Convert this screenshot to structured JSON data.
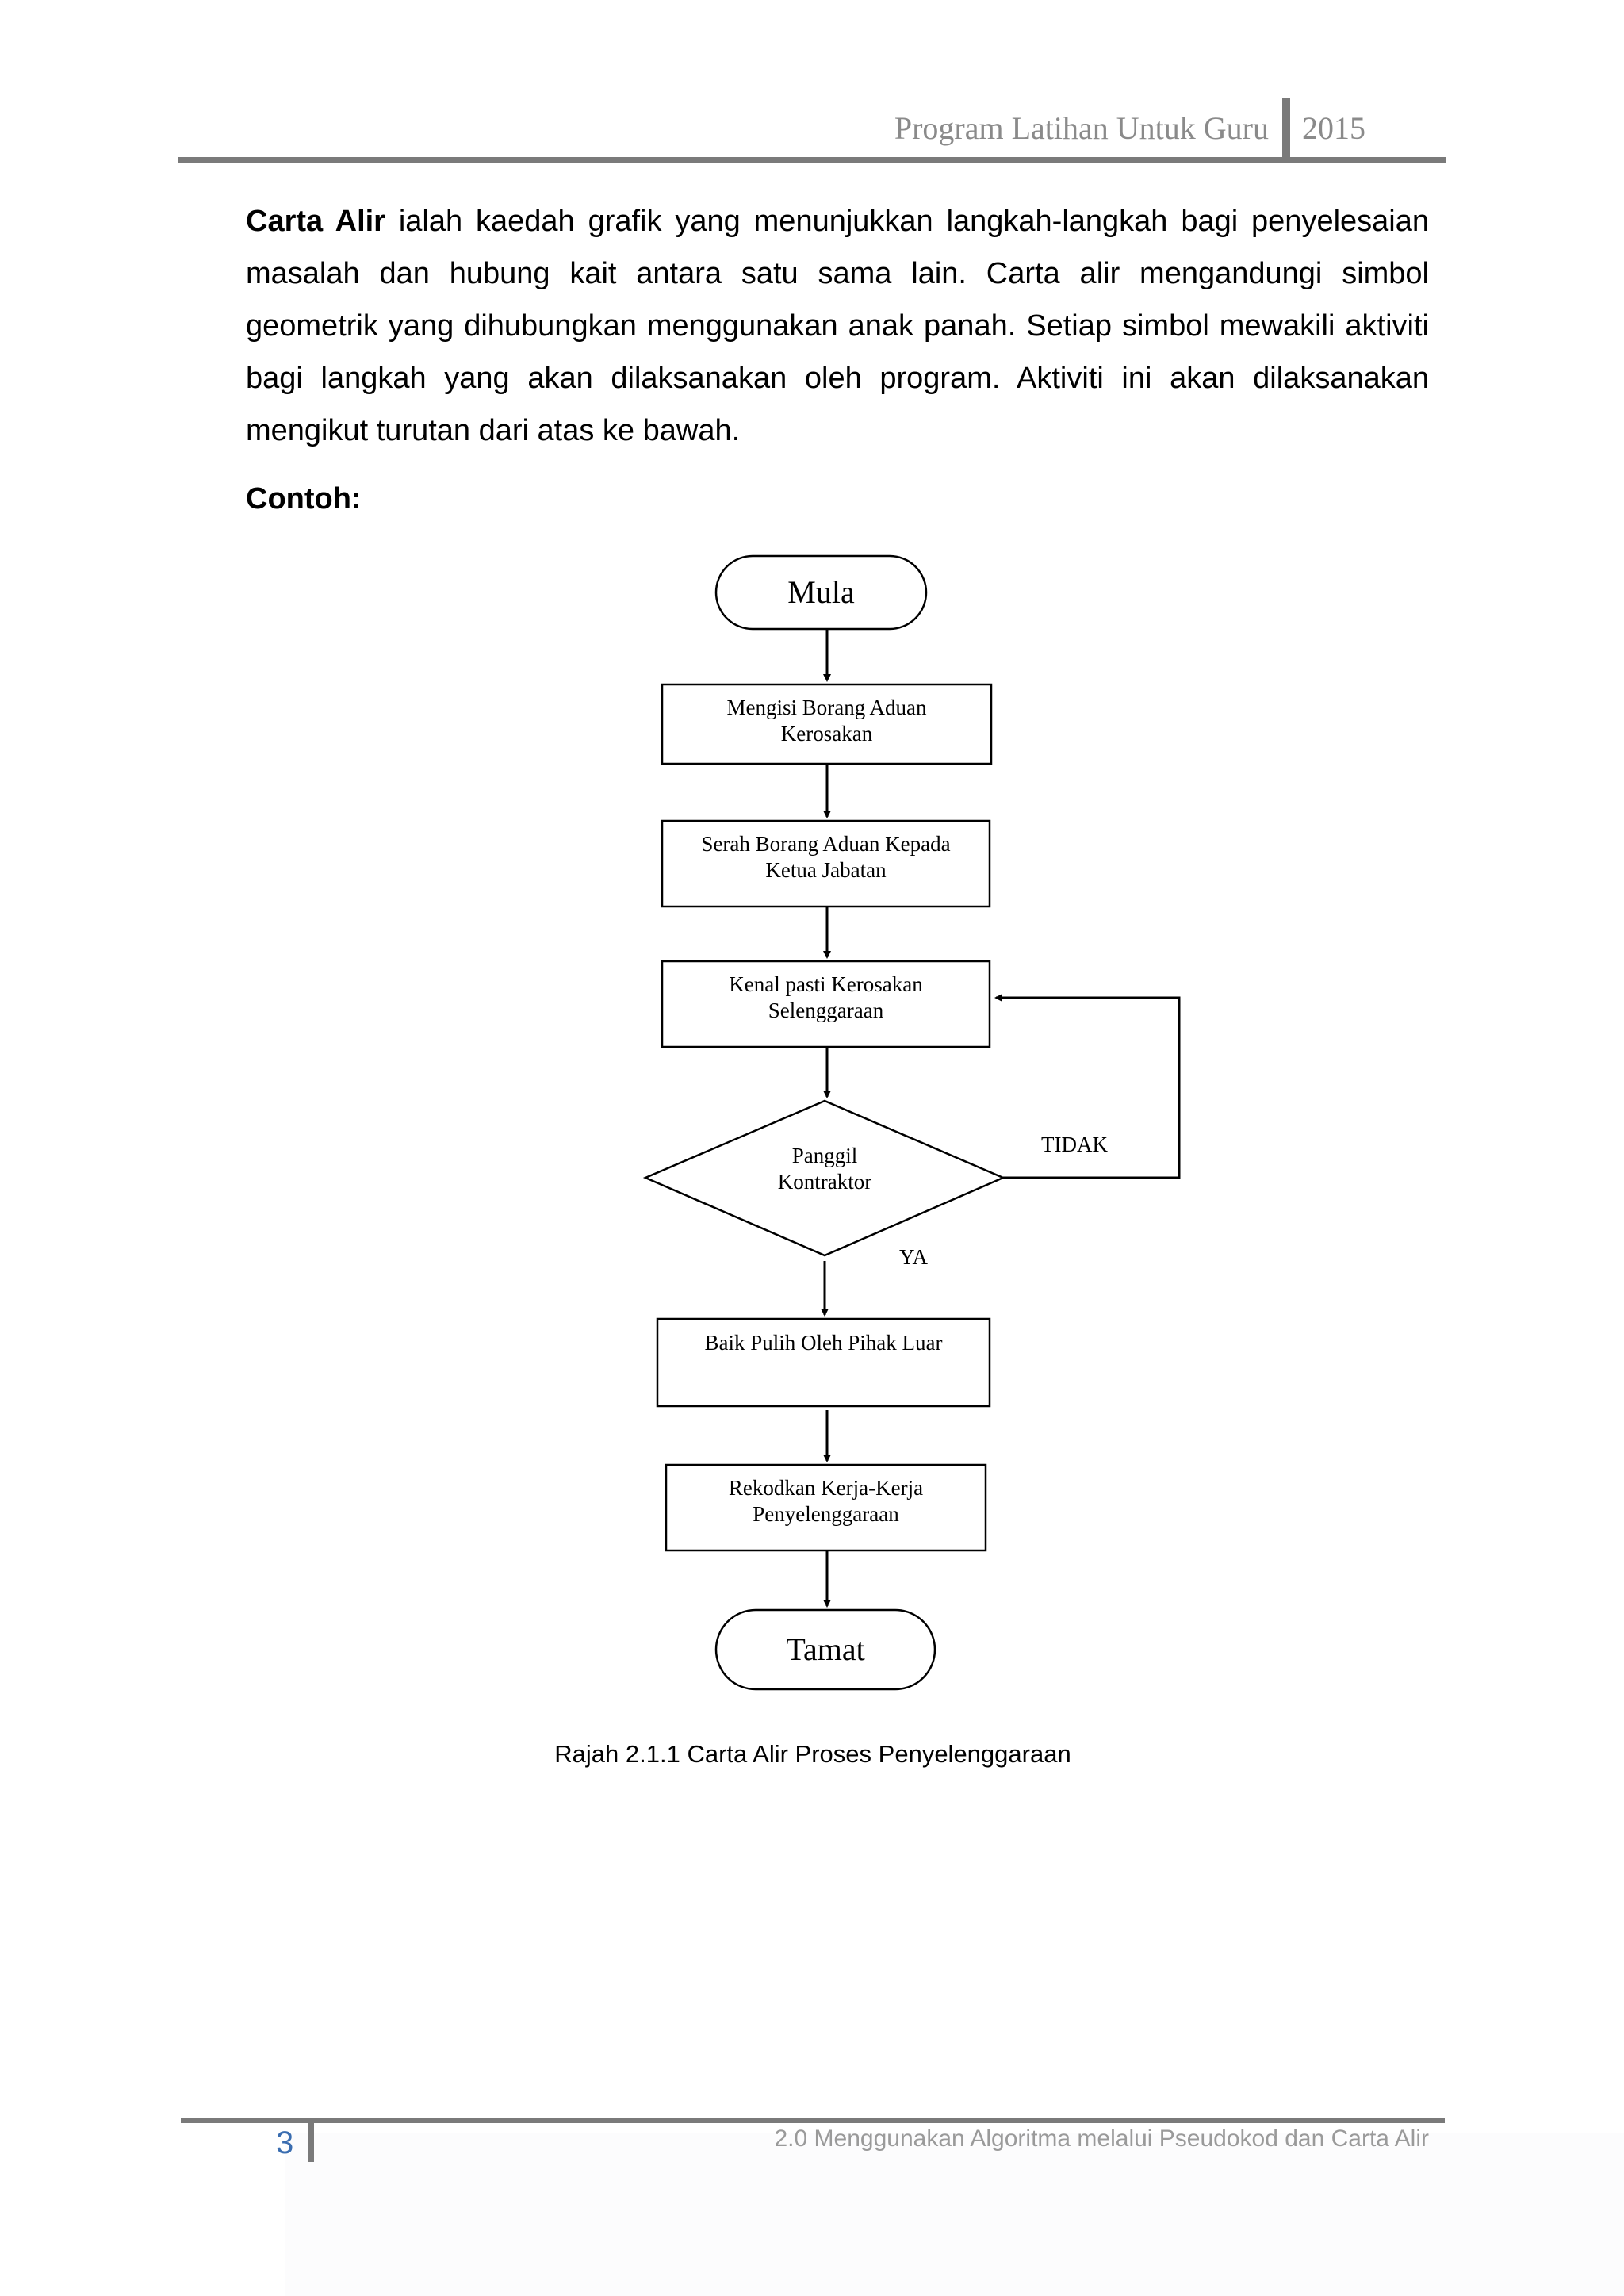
{
  "header": {
    "title": "Program Latihan Untuk Guru",
    "year": "2015"
  },
  "body": {
    "term": "Carta Alir",
    "definition": "ialah kaedah grafik yang menunjukkan langkah-langkah bagi penyelesaian masalah dan hubung kait antara satu sama lain. Carta alir mengandungi simbol geometrik yang dihubungkan menggunakan anak panah. Setiap simbol mewakili aktiviti bagi langkah yang akan dilaksanakan oleh program. Aktiviti ini akan dilaksanakan mengikut turutan dari atas ke bawah.",
    "example_heading": "Contoh:"
  },
  "flowchart": {
    "start": "Mula",
    "steps": [
      {
        "line1": "Mengisi Borang Aduan",
        "line2": "Kerosakan"
      },
      {
        "line1": "Serah Borang Aduan Kepada",
        "line2": "Ketua Jabatan"
      },
      {
        "line1": "Kenal pasti Kerosakan",
        "line2": "Selenggaraan"
      }
    ],
    "decision": {
      "line1": "Panggil",
      "line2": "Kontraktor",
      "no_label": "TIDAK",
      "yes_label": "YA"
    },
    "after_steps": [
      {
        "line1": "Baik Pulih Oleh Pihak Luar",
        "line2": ""
      },
      {
        "line1": "Rekodkan Kerja-Kerja",
        "line2": "Penyelenggaraan"
      }
    ],
    "end": "Tamat",
    "caption": "Rajah 2.1.1 Carta Alir Proses Penyelenggaraan"
  },
  "footer": {
    "page_number": "3",
    "chapter": "2.0 Menggunakan Algoritma melalui Pseudokod dan Carta Alir"
  }
}
